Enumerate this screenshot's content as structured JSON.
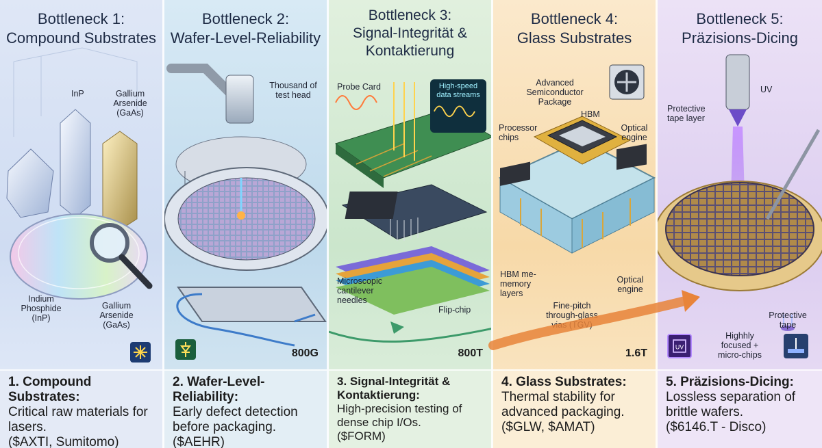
{
  "panels": [
    {
      "title": "Bottleneck 1:\nCompound Substrates",
      "labels": {
        "inp_top": "InP",
        "gaas_top": "Gallium\nArsenide\n(GaAs)",
        "inp_bottom": "Indium\nPhosphide\n(InP)",
        "gaas_bottom": "Gallium\nArsenide\n(GaAs)"
      },
      "icon": "laser-spark-icon",
      "caption": {
        "head": "1. Compound Substrates:",
        "body": "Critical raw materials for lasers.",
        "ticker": "($AXTI, Sumitomo)"
      }
    },
    {
      "title": "Bottleneck 2:\nWafer-Level-Reliability",
      "labels": {
        "head": "Thousand of\ntest head"
      },
      "icon": "diode-circuit-icon",
      "speed": "800G",
      "caption": {
        "head": "2. Wafer-Level-Reliability:",
        "body": "Early defect detection before packaging.",
        "ticker": "($AEHR)"
      }
    },
    {
      "title": "Bottleneck 3:\nSignal-Integrität &\nKontaktierung",
      "labels": {
        "probe": "Probe Card",
        "streams": "High-speed\ndata streams",
        "needles": "Microscopic\ncantilever\nneedles",
        "flip": "Flip-chip"
      },
      "speed": "800T",
      "caption": {
        "head": "3. Signal-Integrität & Kontaktierung:",
        "body": "High-precision testing of dense chip I/Os.",
        "ticker": "($FORM)"
      }
    },
    {
      "title": "Bottleneck 4:\nGlass Substrates",
      "labels": {
        "package": "Advanced\nSemiconductor\nPackage",
        "processor": "Processor\nchips",
        "hbm": "HBM",
        "optical_top": "Optical\nengine",
        "hbm_layers": "HBM me-\nmemory\nlayers",
        "tgv": "Fine-pitch\nthrough-glass\nvias (TGV)",
        "optical_bottom": "Optical\nengine"
      },
      "icon": "cooling-fan-icon",
      "speed": "1.6T",
      "caption": {
        "head": "4. Glass Substrates:",
        "body": "Thermal stability for advanced packaging.",
        "ticker": "($GLW, $AMAT)"
      }
    },
    {
      "title": "Bottleneck 5:\nPräzisions-Dicing",
      "labels": {
        "uv": "UV",
        "tape_layer": "Protective\ntape layer",
        "focused": "Highhly\nfocused +\nmicro-chips",
        "tape": "Protective\ntape"
      },
      "icon": "uv-chip-icon",
      "caption": {
        "head": "5. Präzisions-Dicing:",
        "body": "Lossless separation of brittle wafers.",
        "ticker": "($6146.T - Disco)"
      }
    }
  ],
  "colors": {
    "panel1": "#dfe7f6",
    "panel2": "#d8eaf5",
    "panel3": "#e1f0de",
    "panel4": "#fbe9cc",
    "panel5": "#ece2f6",
    "flow_arrow": "#e8843a",
    "uv_beam": "#a46cf0"
  }
}
